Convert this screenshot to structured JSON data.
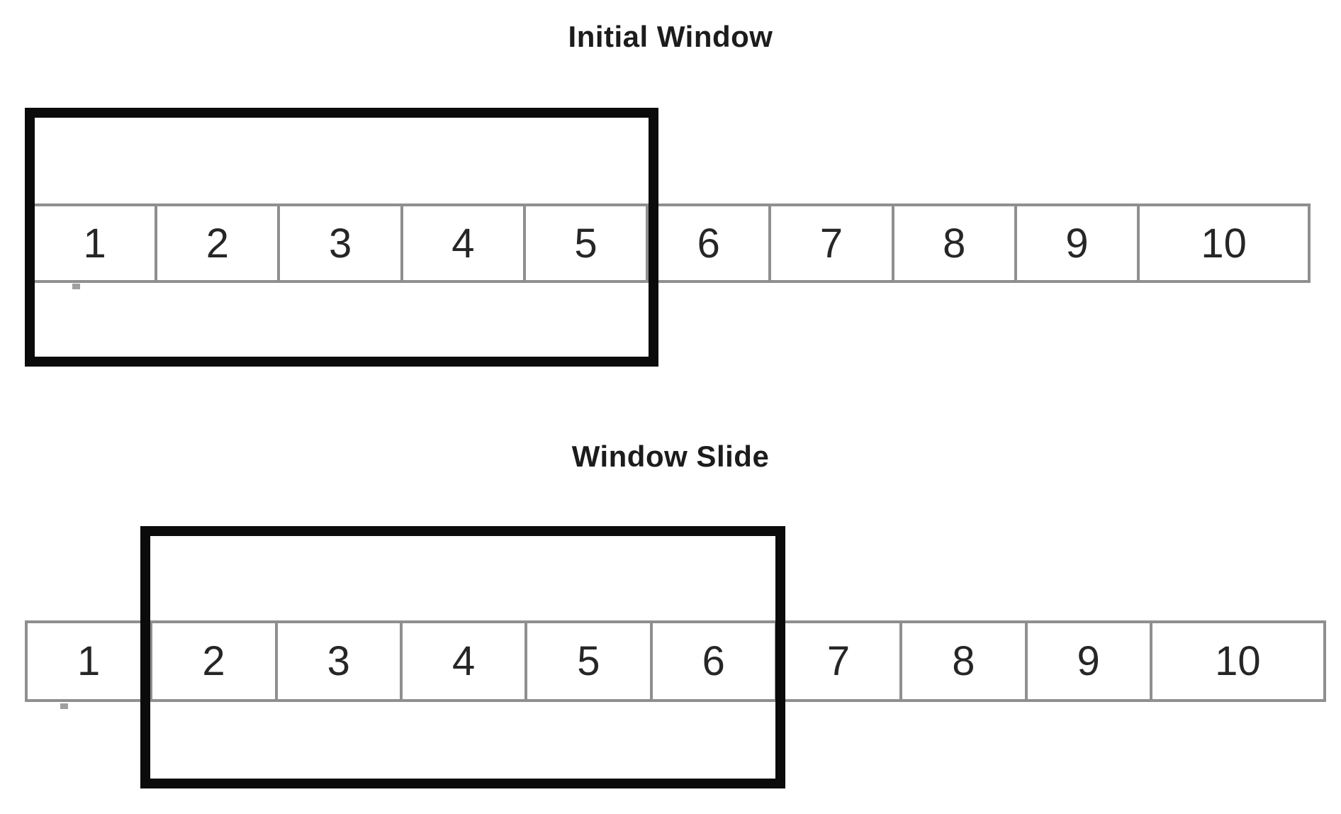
{
  "colors": {
    "background": "#ffffff",
    "cell_border": "#8f8f8f",
    "window_border": "#0b0b0b",
    "number": "#262626",
    "title": "#1c1c1c"
  },
  "diagrams": [
    {
      "title": "Initial Window",
      "cells": [
        "1",
        "2",
        "3",
        "4",
        "5",
        "6",
        "7",
        "8",
        "9",
        "10"
      ],
      "window_covers_cells": "1-5",
      "window_size": 5
    },
    {
      "title": "Window Slide",
      "cells": [
        "1",
        "2",
        "3",
        "4",
        "5",
        "6",
        "7",
        "8",
        "9",
        "10"
      ],
      "window_covers_cells": "2-6",
      "window_size": 5
    }
  ]
}
